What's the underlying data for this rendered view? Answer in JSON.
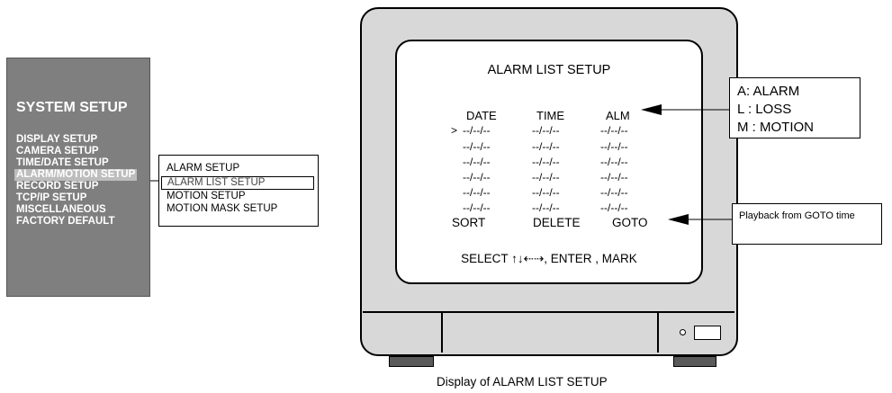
{
  "system_menu": {
    "title": "SYSTEM SETUP",
    "items": [
      "DISPLAY SETUP",
      "CAMERA SETUP",
      "TIME/DATE SETUP",
      "ALARM/MOTION SETUP",
      "RECORD SETUP",
      "TCP/IP SETUP",
      "MISCELLANEOUS",
      "FACTORY DEFAULT"
    ],
    "selected": "ALARM/MOTION SETUP"
  },
  "submenu": {
    "items": [
      "ALARM SETUP",
      "ALARM LIST SETUP",
      "MOTION SETUP",
      "MOTION MASK SETUP"
    ],
    "selected": "ALARM LIST SETUP"
  },
  "screen": {
    "title": "ALARM LIST SETUP",
    "columns": [
      "DATE",
      "TIME",
      "ALM"
    ],
    "cursor": ">",
    "rows": [
      [
        "--/--/--",
        "--/--/--",
        "--/--/--"
      ],
      [
        "--/--/--",
        "--/--/--",
        "--/--/--"
      ],
      [
        "--/--/--",
        "--/--/--",
        "--/--/--"
      ],
      [
        "--/--/--",
        "--/--/--",
        "--/--/--"
      ],
      [
        "--/--/--",
        "--/--/--",
        "--/--/--"
      ],
      [
        "--/--/--",
        "--/--/--",
        "--/--/--"
      ]
    ],
    "actions": {
      "sort": "SORT",
      "delete": "DELETE",
      "goto": "GOTO"
    },
    "select_hint": "SELECT ↑↓⇠⇢,  ENTER , MARK"
  },
  "callouts": {
    "legend": [
      "A: ALARM",
      "L : LOSS",
      "M : MOTION"
    ],
    "goto_note": "Playback from GOTO time"
  },
  "caption": "Display of  ALARM LIST SETUP"
}
